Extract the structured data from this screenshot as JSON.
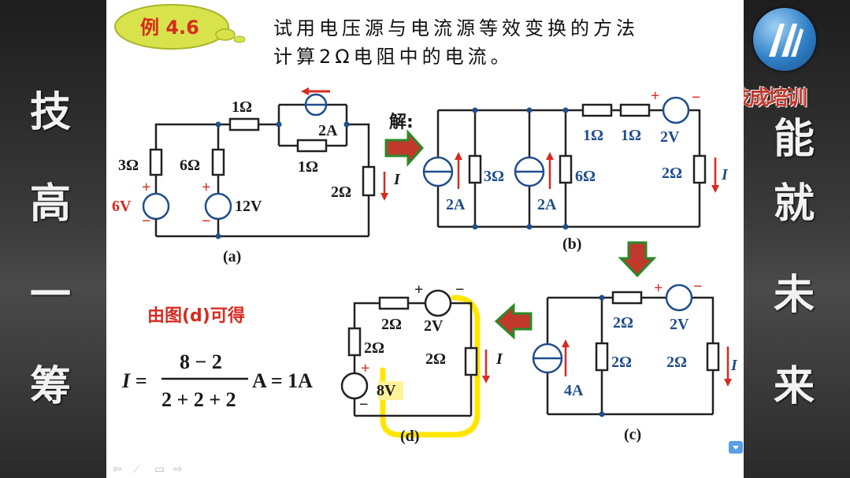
{
  "left_banner": [
    "技",
    "高",
    "一",
    "筹"
  ],
  "right_banner": [
    "能",
    "就",
    "未",
    "来"
  ],
  "logo_text": "技成培训",
  "example_badge": "例 4.6",
  "title_line1": "试用电压源与电流源等效变换的方法",
  "title_line2": "计算2Ω电阻中的电流。",
  "solution_label": "解:",
  "result_heading": "由图(d)可得",
  "formula": {
    "lhs": "I =",
    "numerator": "8 − 2",
    "denominator": "2 + 2 + 2",
    "rhs": "A = 1A"
  },
  "circuit_a": {
    "caption": "(a)",
    "r1": "3Ω",
    "r2": "6Ω",
    "r3": "1Ω",
    "r4": "1Ω",
    "r5": "2Ω",
    "cs": "2A",
    "v1": "6V",
    "v2": "12V",
    "current": "I",
    "plus": "+",
    "minus": "−"
  },
  "circuit_b": {
    "caption": "(b)",
    "cs1": "2A",
    "r1": "3Ω",
    "cs2": "2A",
    "r2": "6Ω",
    "r3": "1Ω",
    "r4": "1Ω",
    "v": "2V",
    "r5": "2Ω",
    "current": "I",
    "plus": "+",
    "minus": "−"
  },
  "circuit_c": {
    "caption": "(c)",
    "cs": "4A",
    "r1": "2Ω",
    "r2": "2Ω",
    "v": "2V",
    "r3": "2Ω",
    "current": "I",
    "plus": "+",
    "minus": "−"
  },
  "circuit_d": {
    "caption": "(d)",
    "r1": "2Ω",
    "r2": "2Ω",
    "v1": "2V",
    "r3": "2Ω",
    "v2": "8V",
    "current": "I",
    "plus": "+",
    "minus": "−"
  },
  "nav_controls": [
    "⇦",
    "⁄",
    "▭",
    "⇨"
  ],
  "colors": {
    "red": "#d62b1f",
    "blue": "#1f4e8c",
    "wire": "#222222",
    "highlight": "#ffe600",
    "badge": "#d8e24a"
  }
}
